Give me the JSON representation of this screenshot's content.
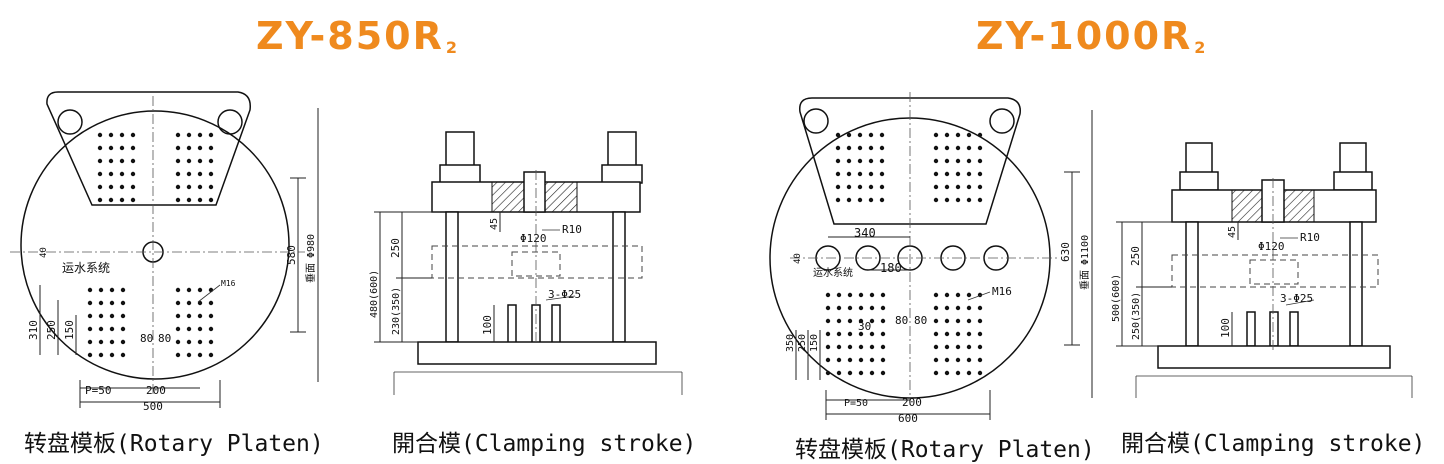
{
  "left": {
    "title": "ZY-850R",
    "title_sub": "2",
    "platen_caption": "转盘模板(Rotary Platen)",
    "clamp_caption": "開合模(Clamping stroke)",
    "platen_labels": {
      "water": "运水系统",
      "m16": "M16",
      "dia": "Φ980",
      "dia_prefix": "垂面",
      "h580": "580",
      "v310": "310",
      "v250": "250",
      "v150": "150",
      "c80a": "80",
      "c80b": "80",
      "p50": "P=50",
      "w200": "200",
      "w500": "500",
      "w40": "40"
    },
    "clamp_labels": {
      "d45": "45",
      "phi120": "Φ120",
      "r10": "R10",
      "d250": "250",
      "d480": "480(600)",
      "d230": "230(350)",
      "phi25": "3-Φ25",
      "d100": "100"
    }
  },
  "right": {
    "title": "ZY-1000R",
    "title_sub": "2",
    "platen_caption": "转盘模板(Rotary Platen)",
    "clamp_caption": "開合模(Clamping stroke)",
    "platen_labels": {
      "water": "运水系统",
      "m16": "M16",
      "dia": "Φ1100",
      "dia_prefix": "垂面",
      "h630": "630",
      "d340": "340",
      "d180": "180",
      "d30": "30",
      "c80a": "80",
      "c80b": "80",
      "v350": "350",
      "v250": "250",
      "v150": "150",
      "p50": "P=50",
      "w200": "200",
      "w600": "600",
      "w40": "40"
    },
    "clamp_labels": {
      "d45": "45",
      "phi120": "Φ120",
      "r10": "R10",
      "d250": "250",
      "d500": "500(600)",
      "d250b": "250(350)",
      "phi25": "3-Φ25",
      "d100": "100"
    }
  }
}
